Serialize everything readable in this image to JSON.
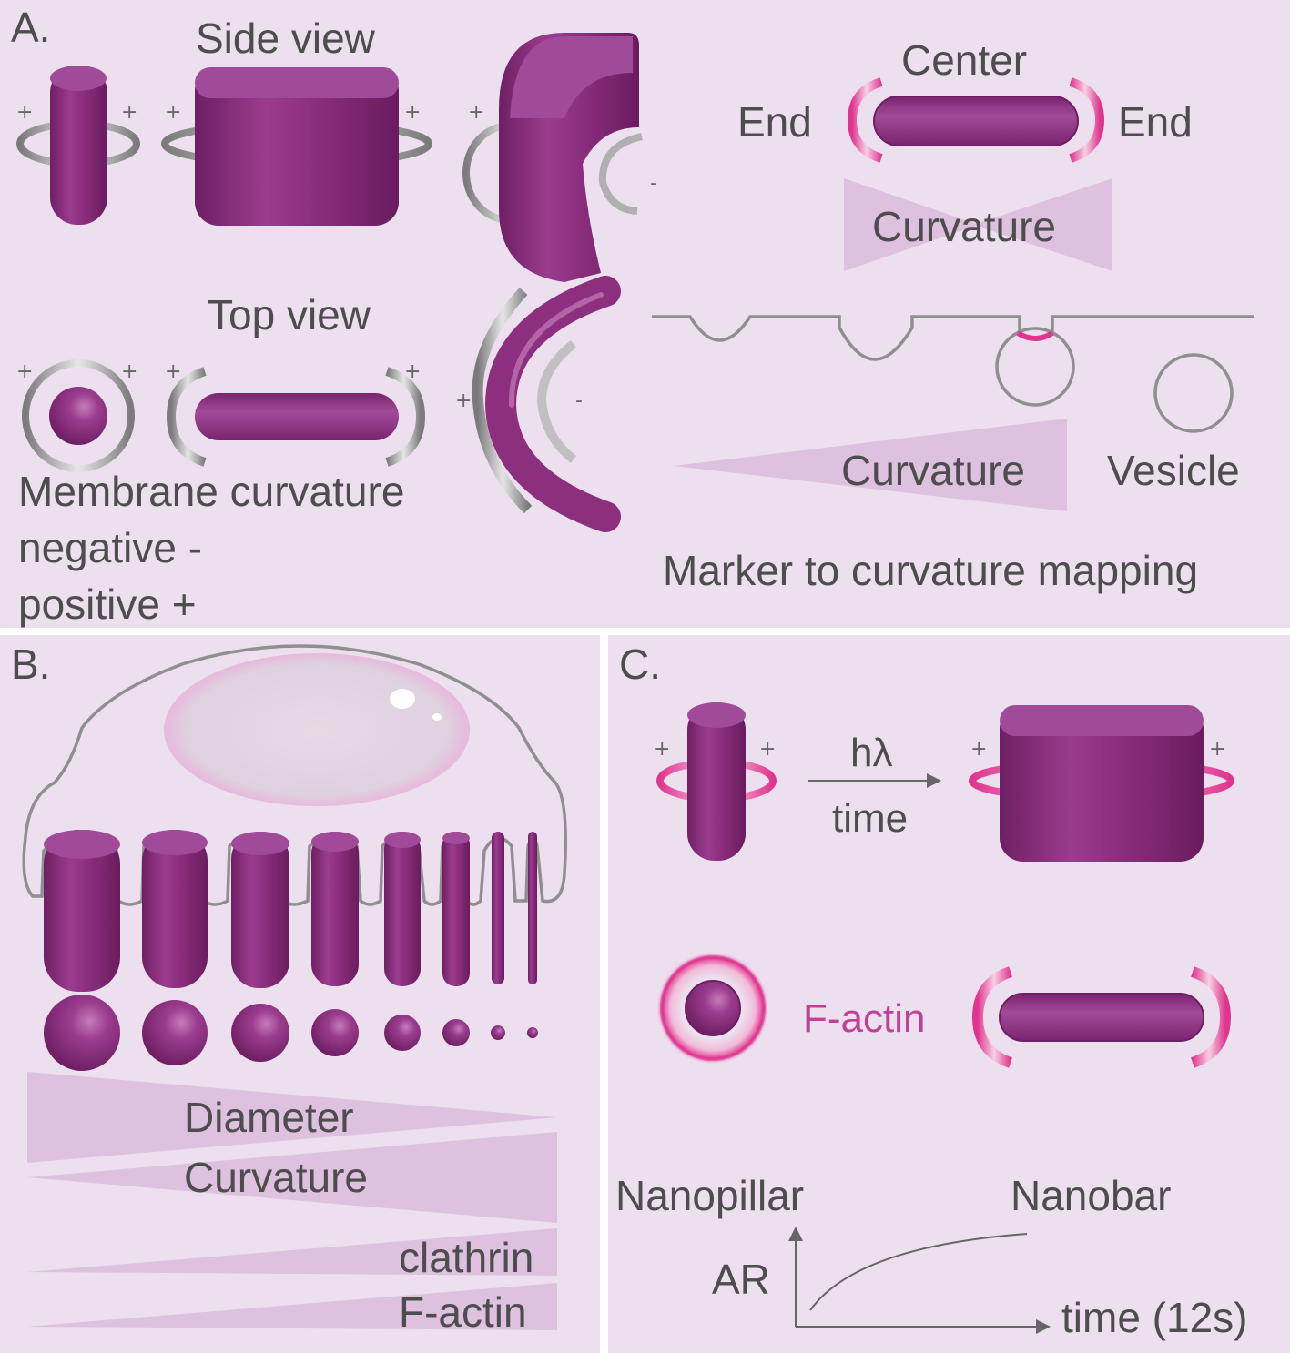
{
  "panel_a": {
    "letter": "A.",
    "side_view": "Side view",
    "top_view": "Top view",
    "membrane_line1": "Membrane curvature",
    "membrane_line2": "negative -",
    "membrane_line3": "positive +",
    "center": "Center",
    "end_left": "End",
    "end_right": "End",
    "curvature_bowtie": "Curvature",
    "curvature_wedge": "Curvature",
    "vesicle": "Vesicle",
    "mapping_caption": "Marker to curvature mapping",
    "plus": "+",
    "minus": "-"
  },
  "panel_b": {
    "letter": "B.",
    "diameter": "Diameter",
    "curvature": "Curvature",
    "clathrin": "clathrin",
    "factin": "F-actin"
  },
  "panel_c": {
    "letter": "C.",
    "hlambda": "hλ",
    "time": "time",
    "factin": "F-actin",
    "nanopillar": "Nanopillar",
    "nanobar": "Nanobar",
    "ar": "AR",
    "time_axis": "time (12s)",
    "plus": "+"
  },
  "colors": {
    "panel_bg": "#ecdfee",
    "shape_purple": "#8c2f7f",
    "marker_pink": "#e0358f",
    "membrane_grey": "#8f8f8f",
    "factin_text": "#c04098"
  }
}
